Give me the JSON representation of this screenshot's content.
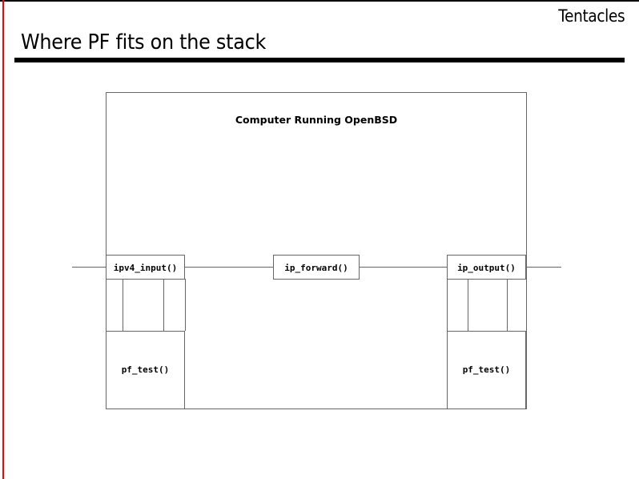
{
  "slide": {
    "deck_name": "Tentacles",
    "title": "Where PF fits on the stack",
    "accent_rule_color": "#ff0000",
    "rule_color": "#000000",
    "diagram_stroke_color": "#666666"
  },
  "diagram": {
    "host_label": "Computer Running OpenBSD",
    "nodes": [
      {
        "id": "ipv4-input",
        "label": "ipv4_input()"
      },
      {
        "id": "ip-forward",
        "label": "ip_forward()"
      },
      {
        "id": "ip-output",
        "label": "ip_output()"
      },
      {
        "id": "pf-test-in",
        "label": "pf_test()"
      },
      {
        "id": "pf-test-out",
        "label": "pf_test()"
      }
    ]
  }
}
